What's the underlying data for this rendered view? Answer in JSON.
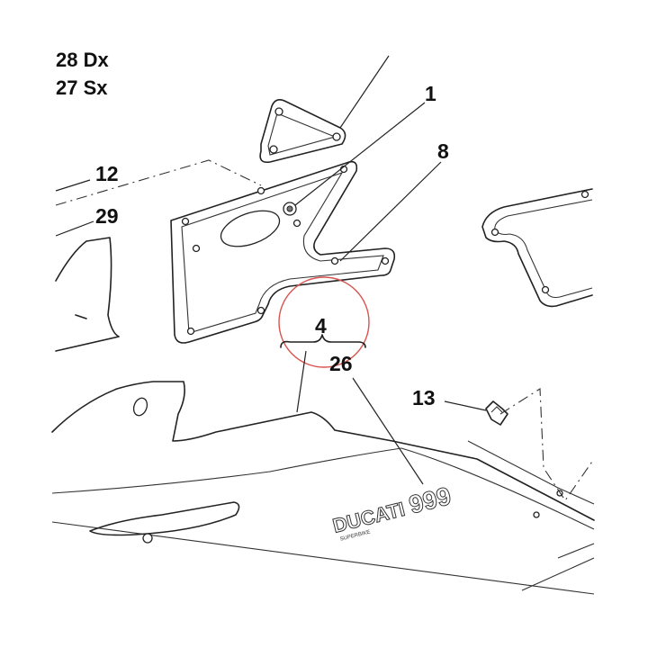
{
  "side_labels": {
    "right": "28 Dx",
    "left": "27 Sx"
  },
  "callouts": {
    "c1": "1",
    "c8": "8",
    "c12": "12",
    "c29": "29",
    "c4": "4",
    "c26": "26",
    "c13": "13"
  },
  "brand": {
    "logo": "DUCATI",
    "model": "999",
    "tagline": "SUPERBIKE"
  },
  "colors": {
    "line": "#222222",
    "highlight_circle": "#d9534f",
    "background": "#ffffff"
  }
}
